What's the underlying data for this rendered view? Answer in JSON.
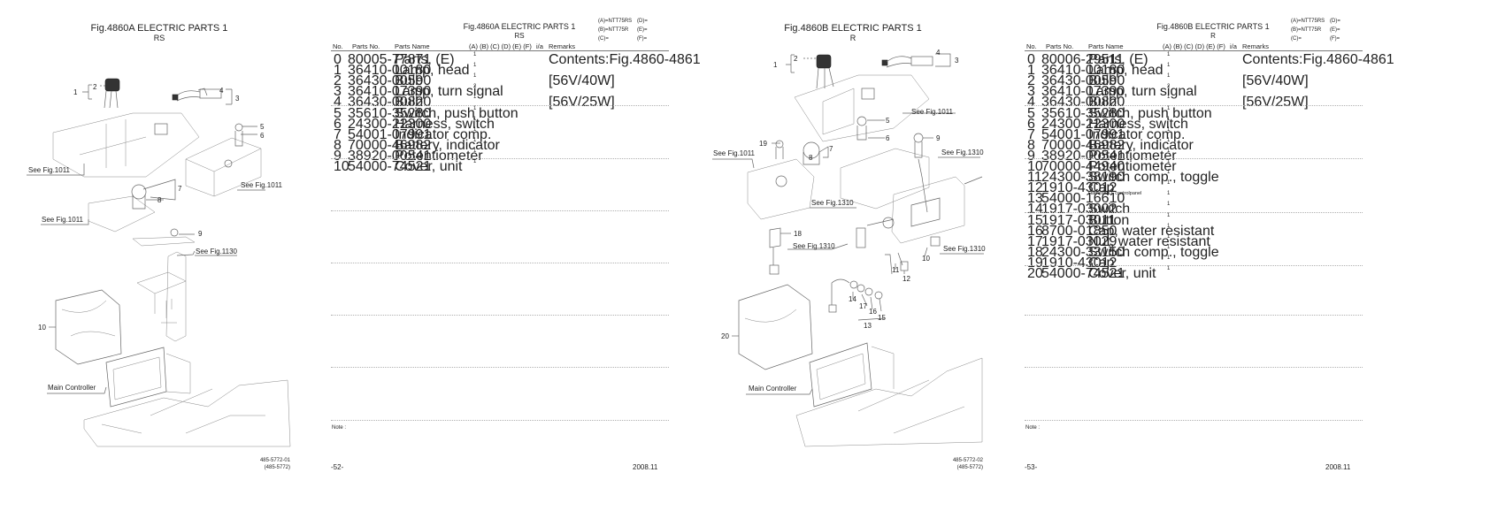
{
  "pages": [
    {
      "diagram": {
        "title": "Fig.4860A  ELECTRIC PARTS 1",
        "subtitle": "RS",
        "callouts": [
          "1",
          "2",
          "3",
          "4",
          "5",
          "6",
          "7",
          "8",
          "9",
          "10"
        ],
        "see_fig": [
          "See Fig.1011",
          "See Fig.1011",
          "See Fig.1011",
          "See Fig.1130"
        ],
        "main_controller": "Main Controller",
        "code_line1": "485-5772-01",
        "code_line2": "(485-5772)"
      },
      "list": {
        "title": "Fig.4860A  ELECTRIC PARTS 1",
        "subtitle": "RS",
        "model_a": "(A)=NTT75RS",
        "model_b": "(B)=NTT75R",
        "model_c": "(C)=",
        "model_d": "(D)=",
        "model_e": "(E)=",
        "model_f": "(F)=",
        "headers": {
          "no": "No.",
          "parts_no": "Parts No.",
          "parts_name": "Parts Name",
          "cols": "(A) (B) (C) (D) (E) (F)",
          "ia": "i/a",
          "remarks": "Remarks"
        },
        "rows": [
          {
            "no": "0",
            "pn": "80005-77871",
            "name": "Parts, (E)",
            "qty": "1",
            "rem": "Contents:Fig.4860-4861"
          },
          {
            "no": "1",
            "pn": "36410-00180",
            "name": "Lamp, head",
            "qty": "1",
            "rem": ""
          },
          {
            "no": "2",
            "pn": "36430-00590",
            "name": "Bulb",
            "qty": "1",
            "rem": "[56V/40W]"
          },
          {
            "no": "3",
            "pn": "36410-07390",
            "name": "Lamp, turn signal",
            "qty": "2",
            "rem": ""
          },
          {
            "no": "4",
            "pn": "36430-00820",
            "name": "Bulb",
            "qty": "1",
            "rem": "[56V/25W]"
          },
          {
            "no": "5",
            "pn": "35610-35280",
            "name": "Switch, push button",
            "qty": "1",
            "rem": ""
          },
          {
            "no": "6",
            "pn": "24300-22300",
            "name": "Harness, switch",
            "qty": "1",
            "rem": ""
          },
          {
            "no": "7",
            "pn": "54001-07991",
            "name": "Indicator comp.",
            "qty": "1",
            "rem": ""
          },
          {
            "no": "8",
            "pn": "70000-46982",
            "name": "Battery, indicator",
            "qty": "1",
            "rem": ""
          },
          {
            "no": "9",
            "pn": "38920-00541",
            "name": "Potentiometer",
            "qty": "1",
            "rem": ""
          },
          {
            "no": "10",
            "pn": "54000-74521",
            "name": "Cover, unit",
            "qty": "1",
            "rem": ""
          }
        ],
        "note": "Note :",
        "page_no": "-52-",
        "date": "2008.11"
      }
    },
    {
      "diagram": {
        "title": "Fig.4860B  ELECTRIC PARTS 1",
        "subtitle": "R",
        "callouts": [
          "1",
          "2",
          "3",
          "4",
          "5",
          "6",
          "7",
          "8",
          "9",
          "10",
          "11",
          "12",
          "13",
          "14",
          "15",
          "16",
          "17",
          "18",
          "19",
          "20"
        ],
        "see_fig": [
          "See Fig.1011",
          "See Fig.1011",
          "See Fig.1310",
          "See Fig.1310",
          "See Fig.1310",
          "See Fig.1310"
        ],
        "main_controller": "Main Controller",
        "code_line1": "485-5772-02",
        "code_line2": "(485-5772)"
      },
      "list": {
        "title": "Fig.4860B  ELECTRIC PARTS 1",
        "subtitle": "R",
        "model_a": "(A)=NTT75RS",
        "model_b": "(B)=NTT75R",
        "model_c": "(C)=",
        "model_d": "(D)=",
        "model_e": "(E)=",
        "model_f": "(F)=",
        "headers": {
          "no": "No.",
          "parts_no": "Parts No.",
          "parts_name": "Parts Name",
          "cols": "(A) (B) (C) (D) (E) (F)",
          "ia": "i/a",
          "remarks": "Remarks"
        },
        "rows": [
          {
            "no": "0",
            "pn": "80006-29511",
            "name": "Parts, (E)",
            "qty": "1",
            "rem": "Contents:Fig.4860-4861"
          },
          {
            "no": "1",
            "pn": "36410-00180",
            "name": "Lamp, head",
            "qty": "1",
            "rem": ""
          },
          {
            "no": "2",
            "pn": "36430-00590",
            "name": "Bulb",
            "qty": "1",
            "rem": "[56V/40W]"
          },
          {
            "no": "3",
            "pn": "36410-07390",
            "name": "Lamp, turn signal",
            "qty": "2",
            "rem": ""
          },
          {
            "no": "4",
            "pn": "36430-00820",
            "name": "Bulb",
            "qty": "1",
            "rem": "[56V/25W]"
          },
          {
            "no": "5",
            "pn": "35610-35280",
            "name": "Switch, push button",
            "qty": "1",
            "rem": ""
          },
          {
            "no": "6",
            "pn": "24300-22300",
            "name": "Harness, switch",
            "qty": "1",
            "rem": ""
          },
          {
            "no": "7",
            "pn": "54001-07991",
            "name": "Indicator comp.",
            "qty": "1",
            "rem": ""
          },
          {
            "no": "8",
            "pn": "70000-46982",
            "name": "Battery, indicator",
            "qty": "1",
            "rem": ""
          },
          {
            "no": "9",
            "pn": "38920-00541",
            "name": "Potentiometer",
            "qty": "1",
            "rem": ""
          },
          {
            "no": "10",
            "pn": "70000-44940",
            "name": "Potentiometer",
            "qty": "1",
            "rem": ""
          },
          {
            "no": "11",
            "pn": "24300-38190",
            "name": "Switch comp., toggle",
            "qty": "1",
            "rem": ""
          },
          {
            "no": "12",
            "pn": "1910-43012",
            "name": "Cap",
            "qty": "1",
            "rem": ""
          },
          {
            "no": "13",
            "pn": "54000-16610",
            "name": "Harness(1), controlpanel",
            "qty": "1",
            "rem": ""
          },
          {
            "no": "14",
            "pn": "1917-03002",
            "name": "Switch",
            "qty": "1",
            "rem": ""
          },
          {
            "no": "15",
            "pn": "1917-03011",
            "name": "Button",
            "qty": "1",
            "rem": ""
          },
          {
            "no": "16",
            "pn": "8700-01850",
            "name": "Cap, water resistant",
            "qty": "1",
            "rem": ""
          },
          {
            "no": "17",
            "pn": "1917-03029",
            "name": "Nut, water resistant",
            "qty": "1",
            "rem": ""
          },
          {
            "no": "18",
            "pn": "24300-33150",
            "name": "Switch comp., toggle",
            "qty": "1",
            "rem": ""
          },
          {
            "no": "19",
            "pn": "1910-43012",
            "name": "Cap",
            "qty": "1",
            "rem": ""
          },
          {
            "no": "20",
            "pn": "54000-74521",
            "name": "Cover, unit",
            "qty": "1",
            "rem": ""
          }
        ],
        "note": "Note :",
        "page_no": "-53-",
        "date": "2008.11"
      }
    }
  ]
}
